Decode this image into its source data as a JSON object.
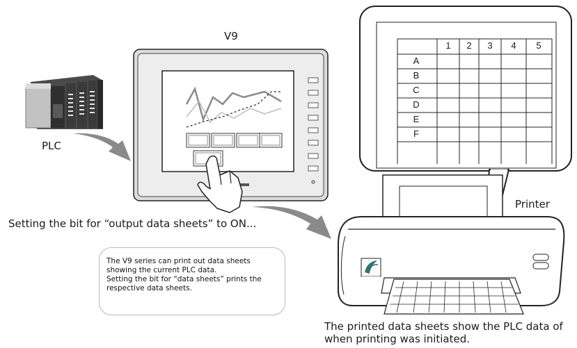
{
  "labels": {
    "v9": "V9",
    "plc": "PLC",
    "printer": "Printer",
    "output_caption": "Setting the bit for “output data sheets” to ON...",
    "printed_caption": "The printed data sheets show the PLC data of when printing was initiated."
  },
  "note": {
    "line1": "The V9 series can print out data sheets",
    "line2": "showing the current PLC data.",
    "line3": "Setting the bit for “data sheets” prints the",
    "line4": "respective data sheets."
  },
  "data_sheet": {
    "column_headers": [
      "1",
      "2",
      "3",
      "4",
      "5"
    ],
    "row_headers": [
      "A",
      "B",
      "C",
      "D",
      "E",
      "F"
    ]
  },
  "icons": [
    "plc-unit",
    "touch-panel",
    "hand-pointer-icon",
    "printer",
    "flow-arrow",
    "logo"
  ],
  "colors": {
    "arrow": "#8a8a8a",
    "outline": "#222222",
    "bezel": "#e9e9e9"
  }
}
